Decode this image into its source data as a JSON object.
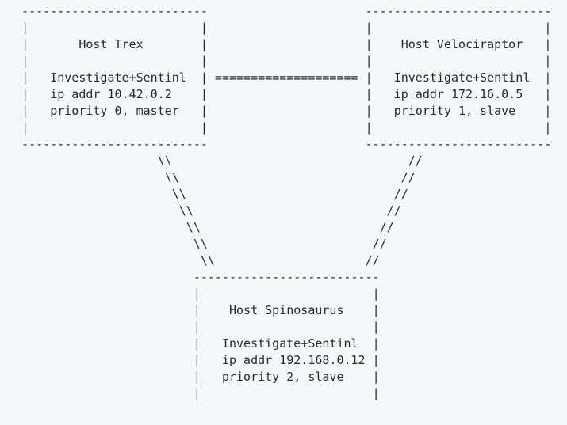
{
  "colors": {
    "background": "#f6f7f9",
    "text": "#25292e"
  },
  "hosts": [
    {
      "name": "Host Trex",
      "software": "Investigate+Sentinl",
      "ip": "10.42.0.2",
      "priority": "0",
      "role": "master"
    },
    {
      "name": "Host Velociraptor",
      "software": "Investigate+Sentinl",
      "ip": "172.16.0.5",
      "priority": "1",
      "role": "slave"
    },
    {
      "name": "Host Spinosaurus",
      "software": "Investigate+Sentinl",
      "ip": "192.168.0.12",
      "priority": "2",
      "role": "slave"
    }
  ],
  "links": [
    {
      "from": "Host Trex",
      "to": "Host Velociraptor",
      "glyph": "===================="
    },
    {
      "from": "Host Trex",
      "to": "Host Spinosaurus",
      "glyph": "\\\\"
    },
    {
      "from": "Host Velociraptor",
      "to": "Host Spinosaurus",
      "glyph": "//"
    }
  ],
  "diagram": {
    "lines": [
      "   --------------------------                      --------------------------",
      "   |                        |                      |                        |",
      "   |       Host Trex        |                      |    Host Velociraptor   |",
      "   |                        |                      |                        |",
      "   |   Investigate+Sentinl  | ==================== |   Investigate+Sentinl  |",
      "   |   ip addr 10.42.0.2    |                      |   ip addr 172.16.0.5   |",
      "   |   priority 0, master   |                      |   priority 1, slave    |",
      "   |                        |                      |                        |",
      "   --------------------------                      --------------------------",
      "                      \\\\                                 //",
      "                       \\\\                               //",
      "                        \\\\                             //",
      "                         \\\\                           //",
      "                          \\\\                         //",
      "                           \\\\                       //",
      "                            \\\\                     //",
      "                           --------------------------",
      "                           |                        |",
      "                           |    Host Spinosaurus    |",
      "                           |                        |",
      "                           |   Investigate+Sentinl  |",
      "                           |   ip addr 192.168.0.12 |",
      "                           |   priority 2, slave    |",
      "                           |                        |",
      "                           --------------------------"
    ]
  }
}
